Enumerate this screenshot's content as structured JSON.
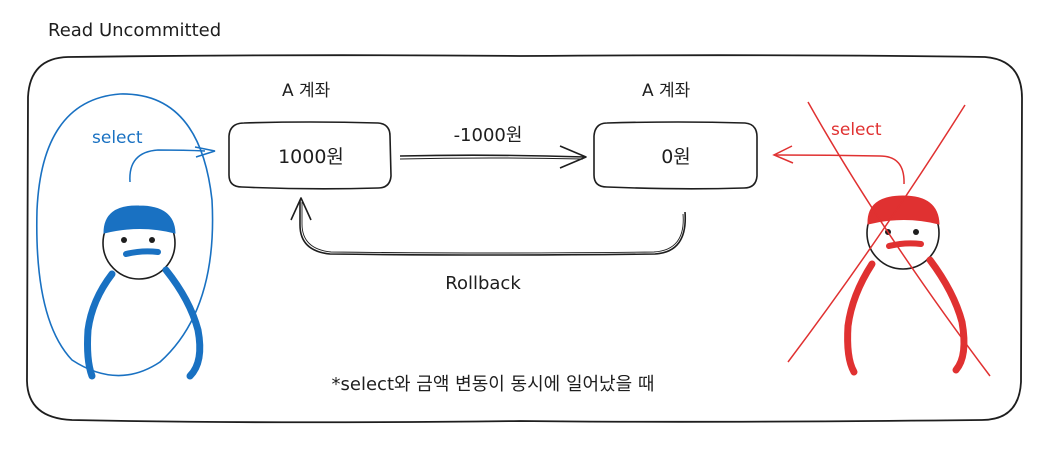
{
  "title": "Read Uncommitted",
  "account_left": {
    "label": "A 계좌",
    "value": "1000원"
  },
  "account_right": {
    "label": "A 계좌",
    "value": "0원"
  },
  "transfer_label": "-1000원",
  "rollback_label": "Rollback",
  "user_left": {
    "action": "select",
    "color": "#1971c2"
  },
  "user_right": {
    "action": "select",
    "color": "#e03131",
    "crossed_out": true
  },
  "footnote": "*select와 금액 변동이 동시에 일어났을 때"
}
